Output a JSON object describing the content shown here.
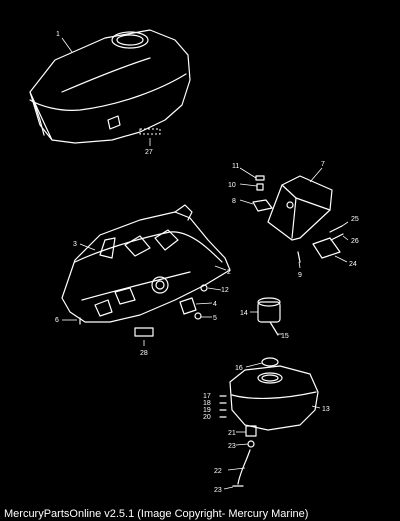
{
  "diagram": {
    "callouts": [
      "1",
      "27",
      "7",
      "11",
      "10",
      "8",
      "25",
      "26",
      "24",
      "9",
      "3",
      "2",
      "12",
      "4",
      "5",
      "6",
      "28",
      "14",
      "15",
      "16",
      "13",
      "17",
      "18",
      "19",
      "20",
      "21",
      "23",
      "22",
      "23"
    ]
  },
  "footer": {
    "text": "MercuryPartsOnline v2.5.1 (Image Copyright- Mercury Marine)"
  }
}
